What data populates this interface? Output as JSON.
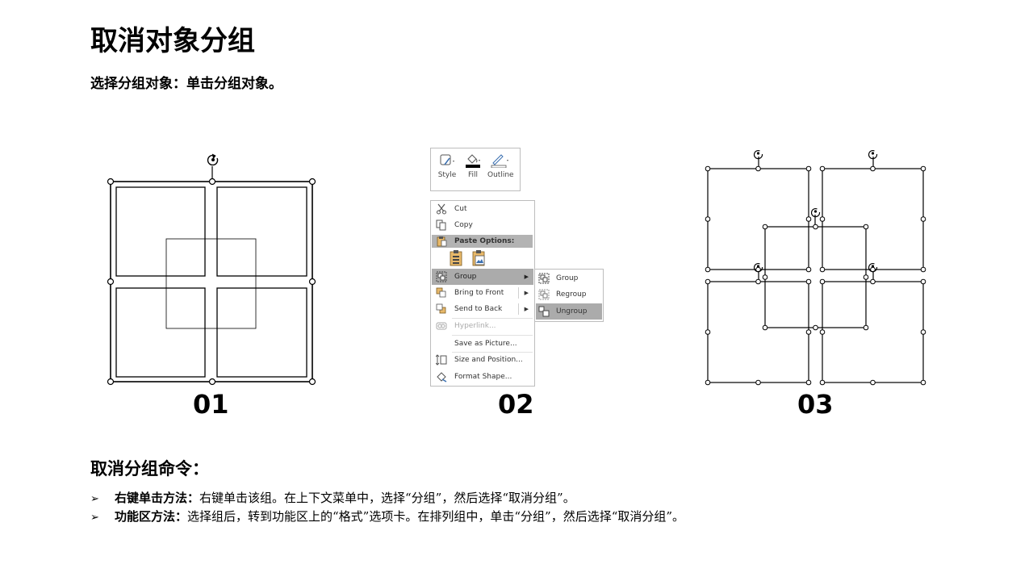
{
  "title": "取消对象分组",
  "subtitle": "选择分组对象：单击分组对象。",
  "steps": [
    "01",
    "02",
    "03"
  ],
  "ribbon": {
    "buttons": [
      {
        "label": "Style",
        "icon": "shape-style-icon"
      },
      {
        "label": "Fill",
        "icon": "paint-bucket-icon"
      },
      {
        "label": "Outline",
        "icon": "pen-outline-icon"
      }
    ]
  },
  "context_menu": {
    "cut": "Cut",
    "copy": "Copy",
    "paste_options": "Paste Options:",
    "group": "Group",
    "bring_to_front": "Bring to Front",
    "send_to_back": "Send to Back",
    "hyperlink": "Hyperlink...",
    "save_as_picture": "Save as Picture...",
    "size_and_position": "Size and Position...",
    "format_shape": "Format Shape..."
  },
  "submenu": {
    "group": "Group",
    "regroup": "Regroup",
    "ungroup": "Ungroup"
  },
  "section_title": "取消分组命令：",
  "bullets": [
    {
      "mark": "➢",
      "label": "右键单击方法：",
      "text": "右键单击该组。在上下文菜单中，选择“分组”，然后选择“取消分组”。"
    },
    {
      "mark": "➢",
      "label": "功能区方法：",
      "text": "选择组后，转到功能区上的“格式”选项卡。在排列组中，单击“分组”，然后选择“取消分组”。"
    }
  ]
}
